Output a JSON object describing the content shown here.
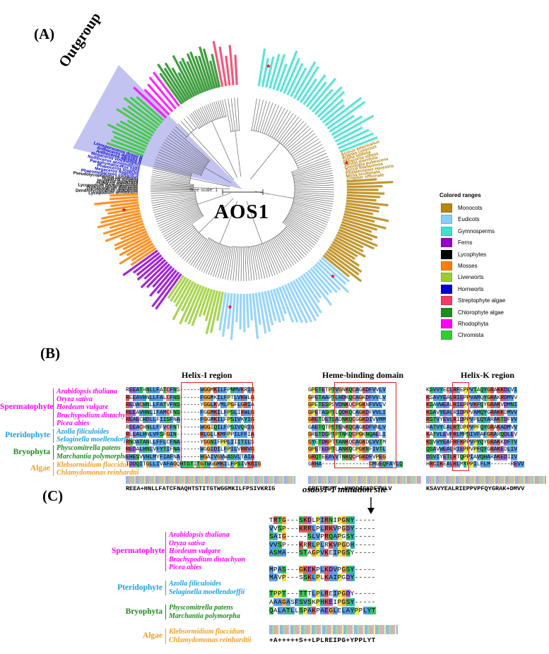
{
  "panels": {
    "a": "(A)",
    "b": "(B)",
    "c": "(C)"
  },
  "tree": {
    "title": "AOS1",
    "outgroup": "Outgroup",
    "scale": "Tree scale: 1"
  },
  "legend": {
    "title": "Colored ranges",
    "items": [
      {
        "label": "Monocots",
        "color": "#b8860b"
      },
      {
        "label": "Eudicots",
        "color": "#87cefa"
      },
      {
        "label": "Gymnosperms",
        "color": "#40e0d0"
      },
      {
        "label": "Ferns",
        "color": "#9400d3"
      },
      {
        "label": "Lycophytes",
        "color": "#000000"
      },
      {
        "label": "Mosses",
        "color": "#ff7f00"
      },
      {
        "label": "Liverworts",
        "color": "#9acd32"
      },
      {
        "label": "Hornworts",
        "color": "#0000cd"
      },
      {
        "label": "Streptophyte algae",
        "color": "#f03c64"
      },
      {
        "label": "Chlorophyte algae",
        "color": "#1e8c1e"
      },
      {
        "label": "Rhodophyta",
        "color": "#ff00ff"
      },
      {
        "label": "Chromista",
        "color": "#32cd32"
      }
    ]
  },
  "tree_labels_visible": {
    "hornworts": [
      "Phaeomegaceros coriaceus",
      "Megaceros flagellaris",
      "Phaeoceros tosanus",
      "Paraphymatoceros hallii",
      "Nothoceros aenigmaticus",
      "Megaceros vincentianus",
      "Anthoceros agrestis A",
      "Anthoceros agrestis B",
      "Leiosporoceros dussii B"
    ],
    "lycophytes": [
      "Lycopodium annotinum",
      "Dendrolycopodium obscurum",
      "Diphasiastrum digitatum",
      "Lycopodium deuterodensum",
      "Huperzia myrsinites",
      "Huperzia squarrosa",
      "Huperzia lucidula",
      "Pseudolycopodiella caroliniana"
    ],
    "monocots": [
      "Acorus americanus",
      "Ananas comosus",
      "Typha latifolia",
      "Dioscorea villosa",
      "Vanilla planifolia",
      "Goodyera pubescens",
      "Yucca filamentosa",
      "Phalaenopsis equestris",
      "Musa acuminata",
      "Zingiber officinale"
    ]
  },
  "sectionB": {
    "regions": [
      "Helix-I region",
      "Heme-binding domain",
      "Helix-K region"
    ],
    "groups": [
      {
        "name": "Spermatophyte",
        "color": "#ff00ff",
        "species": [
          "Arabidopsis thaliana",
          "Oryza sativa",
          "Hordeum vulgare",
          "Brachypodium distachyon",
          "Picea abies"
        ]
      },
      {
        "name": "Pteridophyte",
        "color": "#1aa0e0",
        "species": [
          "Azolla filiculoides",
          "Selaginella moellendorffii"
        ]
      },
      {
        "name": "Bryophyta",
        "color": "#1e8c1e",
        "species": [
          "Physcomitrella patens",
          "Marchantia polymorpha"
        ]
      },
      {
        "name": "Algae",
        "color": "#f0a020",
        "species": [
          "Klebsormidium flaccidum",
          "Chlamydomonas reinhardtii"
        ]
      }
    ],
    "helixI": [
      "REEATHNLLFATCFNS------WGGMKILFPNMVKRIG",
      "REEAVHNLLFALCFNS------FGGMKILFPTLVKWLG",
      "REDACHNLLFATVFNS------YGGLKVMLPGFLGRIA",
      "REEAVHNLIFAMCFNS------FGGMKILFPSLIKWLG",
      "REAECHDLLFIISFNA------FGGMKILFPSIVKYIG",
      "REEACHNLLFFVCFNT------WGGIQILFPSIVQRIG",
      "REEALHNLVFSFGIN-------RLGLLKMFPPILFFIA",
      "RNDATANLLFFLCFNA------YGGNIFPPLIIITILS",
      "REDALHNLVFYTIFNA------WGGIDILFPILVRRVG",
      "EHESVVHLMYFIAFNA------HGAIVGVWASVLTAIA",
      "TDDQITGLLIVAFAGQHTSTITGTWGGMKILFPSIVKRIG"
    ],
    "heme": [
      "GPETETPTVGNKQCAGKDFVVLV",
      "GPETAAPTLHDKQCAGKDFVVLV",
      "GPETESPSVDNKQCPGKNFVVLV",
      "GPETASPTLQDKQCAGKDFVVLI",
      "GRETDETSADNKQCGGKDIVVMM",
      "GAETQTPSTENKQCAGKDFVNLV",
      "GRETDSPTPTNKQCPGKNQAELI",
      "GYETDKPTTANKQCAGKDLVVTM",
      "GPETEDPTLANKQCPGKNFIVTL",
      "GRQTEEAVVTNKQCPGKDFVPEG",
      "GRHA--------------CMGEQFAYLQ"
    ],
    "helixK": [
      "KSVVYECLRFEPPVTAQYGRAKKDLVI",
      "KSAVYEALRIEPPVAMQYGRAKRDMVV",
      "KSAVWEALRIEPPVKFQYGRAKVDMNI",
      "KSAVYEALRIDPPVAMQYGRAKKDMVV",
      "RSTVYEVLRIDPPVPLQYARAKTDFVV",
      "HATVYEALRTDPPVPFQYGRAKADMVV",
      "KATVLEVFRLMPSIVFAFGRARQDLEV",
      "KSVVYEAFRFKPPVPYQYGRAKKDFTV",
      "QSAVWEALRIEPPVPFQYGRAKEDLIV",
      "DSVIYETLRTQPPIAVQHARAKEDIIV",
      "HRCIKEALRLMYPPILFLM------REVV"
    ],
    "consensusB": [
      "REEA+HNLLFATCFNAQHTSTITGTWGGMKILFPSIVKRIG",
      "GRETESPT++NKQCAGKDFVVLV",
      "KSAVYEALRIEPPVPFQYGRAK+DMVV"
    ]
  },
  "sectionC": {
    "mutation_title": "osaos1-1 mutation site",
    "groups": [
      {
        "name": "Spermatophyte",
        "color": "#ff00ff",
        "species": [
          "Arabidopsis thaliana",
          "Oryza sativa",
          "Hordeum vulgare",
          "Brachypodium distachyon",
          "Picea abies"
        ]
      },
      {
        "name": "Pteridophyte",
        "color": "#1aa0e0",
        "species": [
          "Azolla filiculoides",
          "Selaginella moellendorffii"
        ]
      },
      {
        "name": "Bryophyta",
        "color": "#1e8c1e",
        "species": [
          "Physcomitrella patens",
          "Marchantia polymorpha"
        ]
      },
      {
        "name": "Algae",
        "color": "#f0a020",
        "species": [
          "Klebsormidium flaccidum",
          "Chlamydomonas reinhardtii"
        ]
      }
    ],
    "seqs": [
      "TRTG---SKDLPIRNIPGNY-----",
      "VVSP---KRRLPLRKVPGDY-----",
      "SAIG-----SLVPRQAPGSY-----",
      "VVSP---KRRLPLRKVPGDH-----",
      "ASMA---STAGPVKEIPGSY-----",
      "",
      "MPAS---GKEKPLKDVPGSY-----",
      "MAVP---SSKLPLKAIPGDY-----",
      "",
      "TPPT---TTTLPLREIPGDY-----",
      "AAAGASFSVSKPHKEIPGSY-----",
      "QALATLLSPAKPAEGLELAYPPLYT"
    ],
    "consensus": "+A+++++S++LPLREIPG+YPPLYT"
  }
}
